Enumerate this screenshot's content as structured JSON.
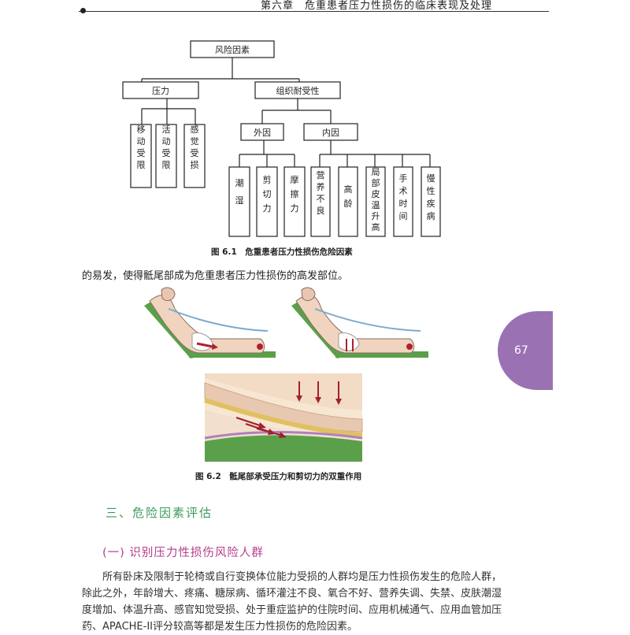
{
  "header": {
    "title": "第六章　危重患者压力性损伤的临床表现及处理"
  },
  "page_number": "67",
  "figure1": {
    "root": "风险因素",
    "level1": [
      "压力",
      "组织耐受性"
    ],
    "pressure_children": [
      "移动受限",
      "活动受限",
      "感觉受损"
    ],
    "tolerance_children": [
      "外因",
      "内因"
    ],
    "external_children": [
      "潮湿",
      "剪切力",
      "摩擦力"
    ],
    "internal_children": [
      "营养不良",
      "高龄",
      "局部皮温升高",
      "手术时间",
      "慢性疾病"
    ],
    "caption": "图 6.1　危重患者压力性损伤危险因素"
  },
  "body_line": "的易发，使得骶尾部成为危重患者压力性损伤的高发部位。",
  "figure2": {
    "caption": "图 6.2　骶尾部承受压力和剪切力的双重作用"
  },
  "section": {
    "title": "三、危险因素评估"
  },
  "subsection": {
    "title": "(一) 识别压力性损伤风险人群"
  },
  "paragraph": "所有卧床及限制于轮椅或自行变换体位能力受损的人群均是压力性损伤发生的危险人群，除此之外，年龄增大、疼痛、糖尿病、循环灌注不良、氧合不好、营养失调、失禁、皮肤潮湿度增加、体温升高、感官知觉受损、处于重症监护的住院时间、应用机械通气、应用血管加压药、APACHE-II评分较高等都是发生压力性损伤的危险因素。",
  "colors": {
    "tab": "#9a72b3",
    "section": "#3a9a5a",
    "subsection": "#b63c8a",
    "bed": "#5aa04a",
    "skin": "#f0d4c0",
    "arrow": "#b02030"
  }
}
